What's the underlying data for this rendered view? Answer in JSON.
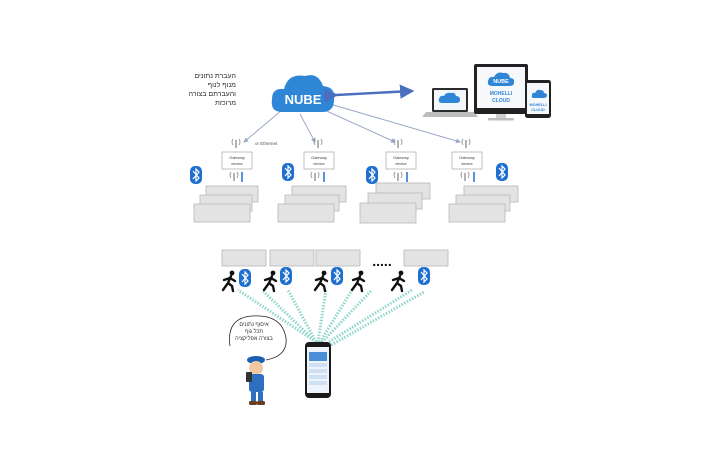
{
  "cloud": {
    "brand": "NUBE"
  },
  "devices_cloud": {
    "line1": "NUBE",
    "line2": "MOHELLI",
    "line3": "CLOUD"
  },
  "notes": {
    "top_lines": [
      "העברת נתונים",
      "מנוף לנוף",
      "והעברתם בצורה",
      "מרוכזת"
    ],
    "bottom_lines": [
      "איסוף נתונים",
      "תכל גוף",
      "בצורה אפליקציה"
    ]
  },
  "link_label": "or Ethernet",
  "gateway": {
    "line1": "Gateway",
    "line2": "device"
  },
  "ellipsis": ".....",
  "colors": {
    "cloud": "#2f86d6",
    "arrow": "#4a6fc0",
    "bluetooth": "#1e6fd0",
    "panel": "#e3e3e3",
    "panel_border": "#b8b8b8",
    "beam": "#7ccfc4"
  },
  "icons": [
    "cloud-icon",
    "laptop-icon",
    "monitor-icon",
    "tablet-icon",
    "phone-icon",
    "bluetooth-icon",
    "walking-person-icon",
    "antenna-icon",
    "technician-icon"
  ]
}
